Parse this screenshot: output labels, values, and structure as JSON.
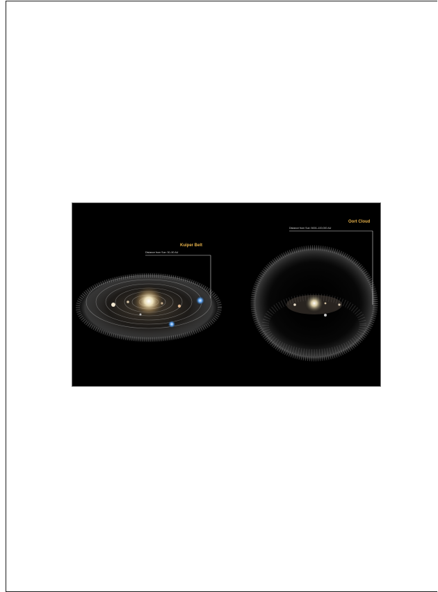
{
  "figure": {
    "kuiper": {
      "title": "Kuiper Belt",
      "subtitle": "Distance from Sun: 30–50 AU"
    },
    "oort": {
      "title": "Oort Cloud",
      "subtitle": "Distance from Sun: 5000–100,000 AU"
    }
  },
  "colors": {
    "page_background": "#ffffff",
    "figure_background": "#000000",
    "label_title": "#e7b24a",
    "label_subtitle": "#d8d8d8",
    "sun": "#fff6e0",
    "planet_blue": "#5aa8ff"
  }
}
